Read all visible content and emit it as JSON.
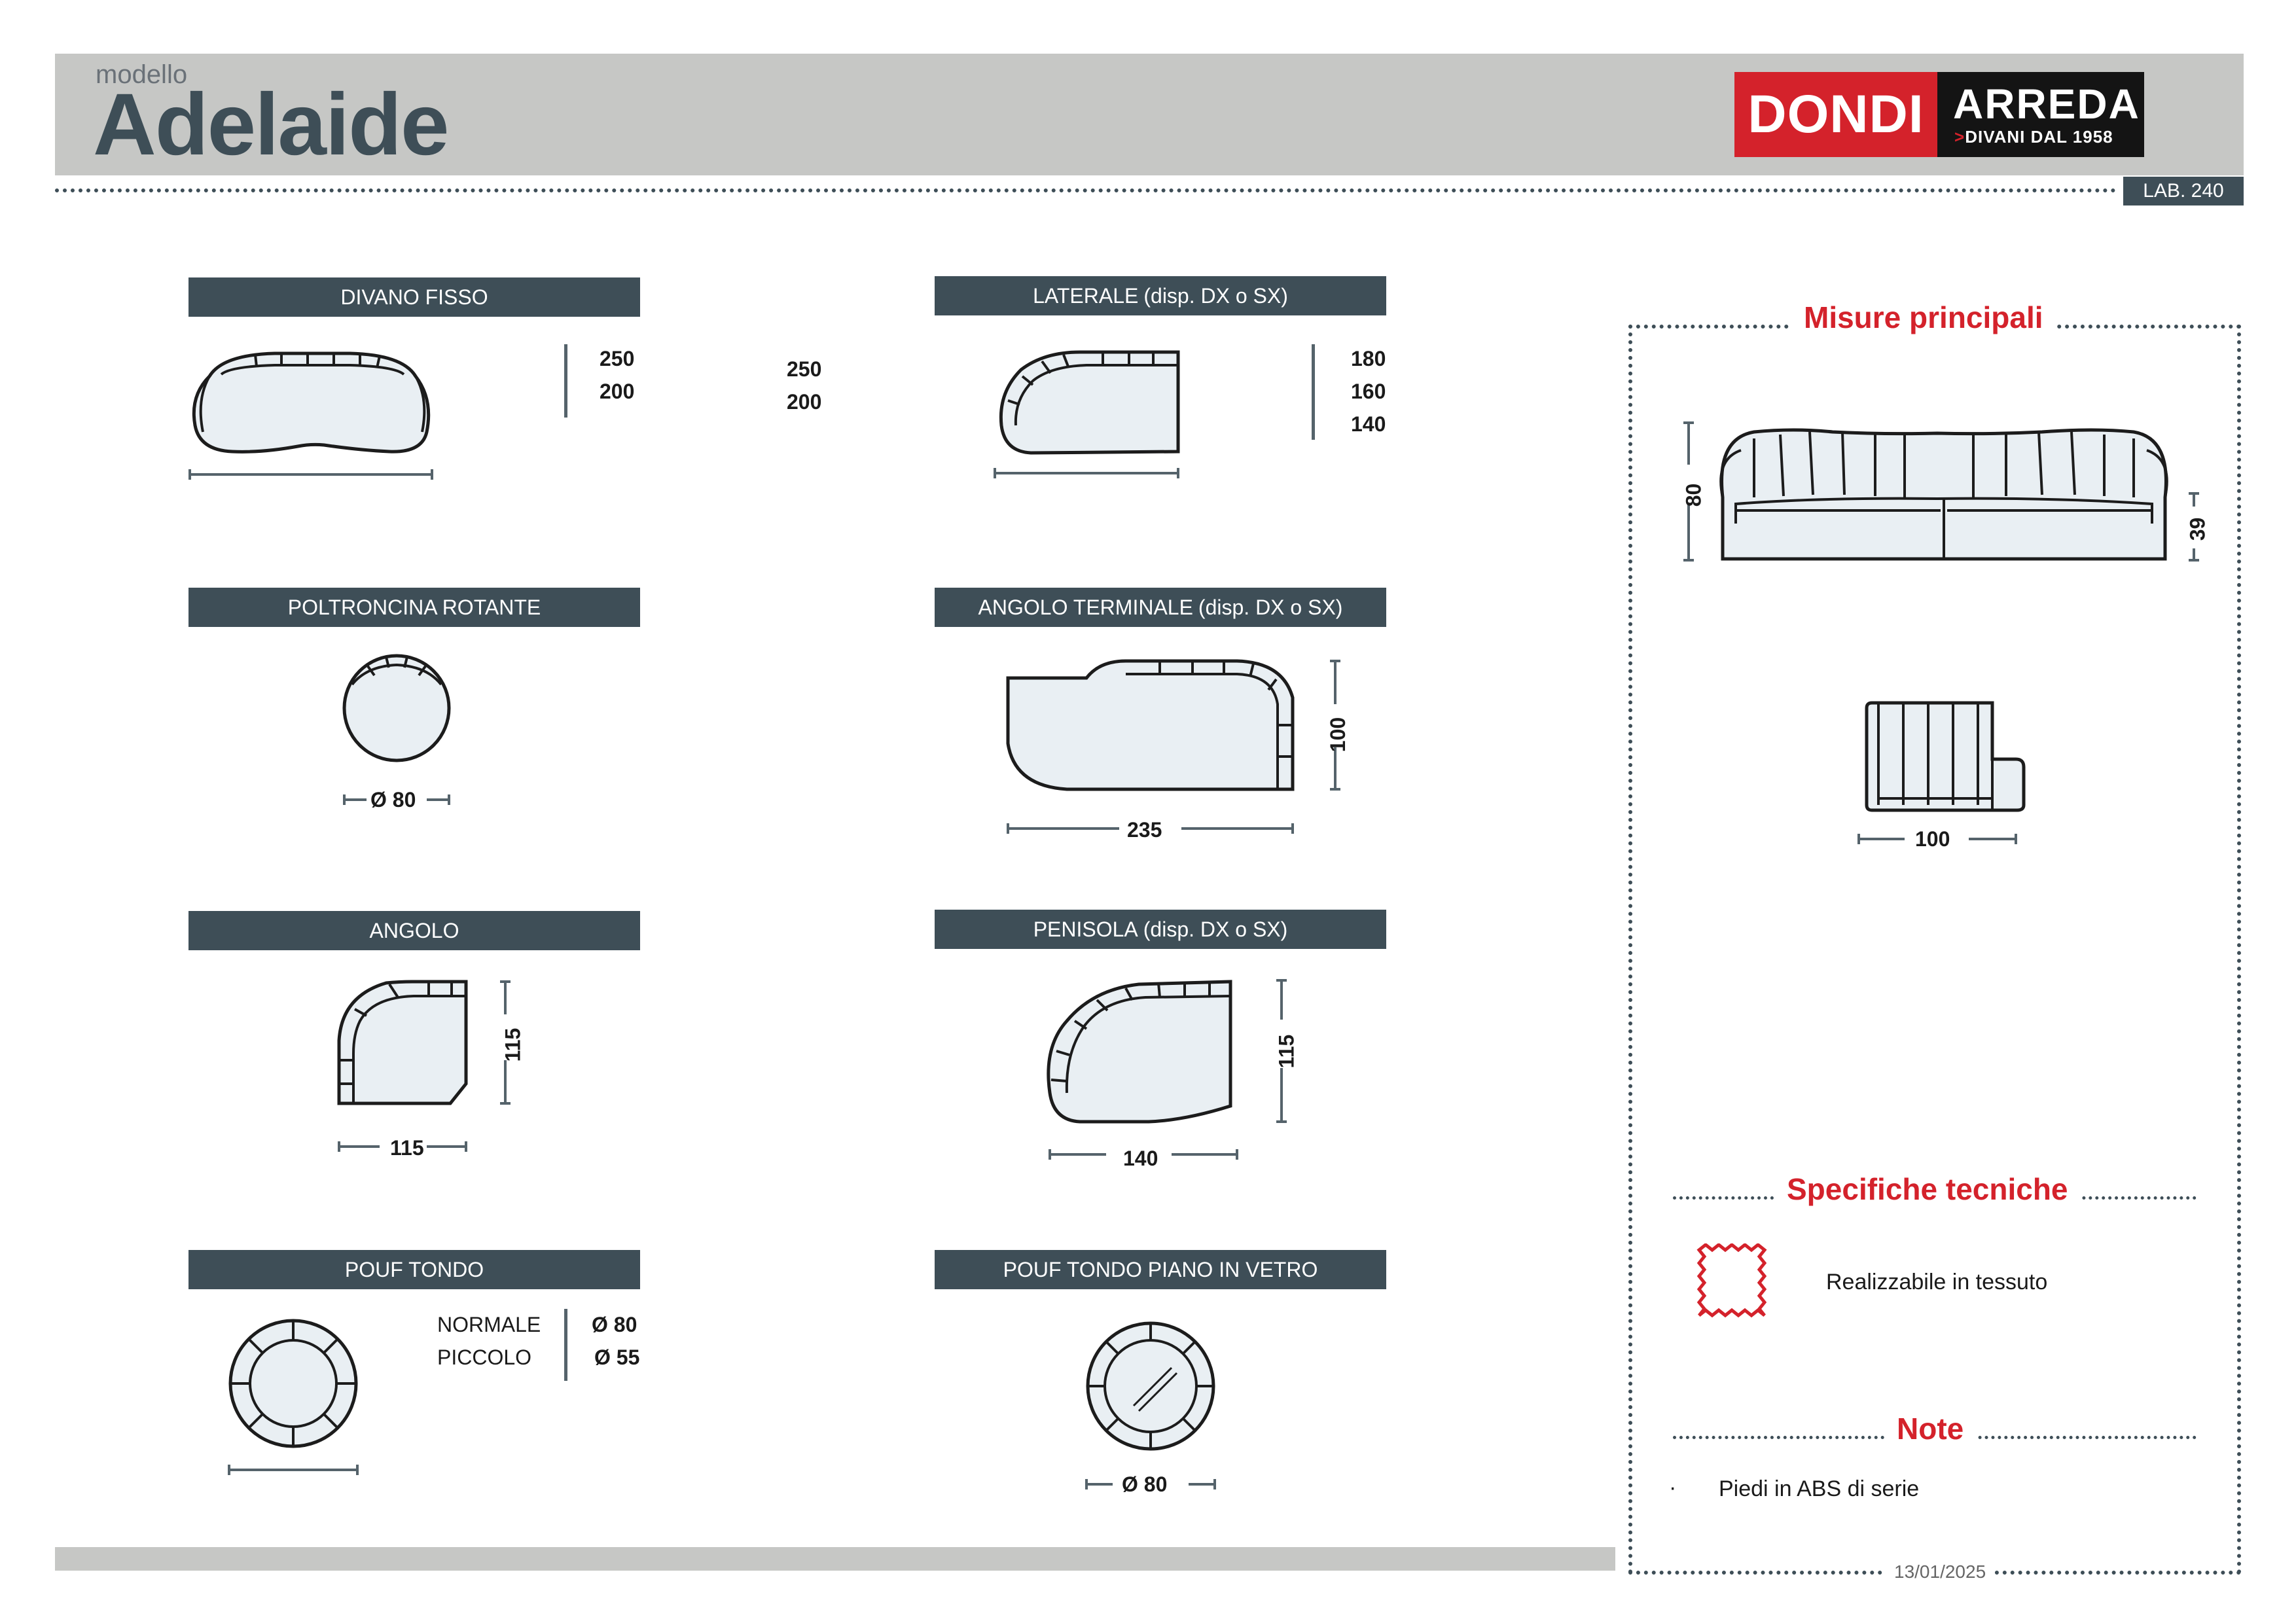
{
  "header": {
    "model_label": "modello",
    "model_name": "Adelaide",
    "brand_red": "DONDI",
    "brand_black": "ARREDA",
    "brand_tagline": "DIVANI DAL 1958",
    "lab": "LAB. 240"
  },
  "sections": {
    "divano_fisso": {
      "title": "DIVANO FISSO",
      "dims_a": [
        "250",
        "200"
      ],
      "dims_b": [
        "250",
        "200"
      ]
    },
    "laterale": {
      "title": "LATERALE",
      "note": "(disp. DX o SX)",
      "dims": [
        "180",
        "160",
        "140"
      ]
    },
    "poltroncina": {
      "title": "POLTRONCINA ROTANTE",
      "diam": "Ø 80"
    },
    "angolo_terminale": {
      "title": "ANGOLO TERMINALE",
      "note": "(disp. DX o SX)",
      "width": "235",
      "depth": "100"
    },
    "angolo": {
      "title": "ANGOLO",
      "width": "115",
      "depth": "115"
    },
    "penisola": {
      "title": "PENISOLA",
      "note": "(disp. DX o SX)",
      "width": "140",
      "depth": "115"
    },
    "pouf_tondo": {
      "title": "POUF TONDO",
      "rows": [
        {
          "label": "NORMALE",
          "value": "Ø 80"
        },
        {
          "label": "PICCOLO",
          "value": "Ø 55"
        }
      ]
    },
    "pouf_vetro": {
      "title": "POUF TONDO PIANO IN VETRO",
      "diam": "Ø 80"
    }
  },
  "sidebar": {
    "main_title": "Misure principali",
    "height": "80",
    "seat_height": "39",
    "depth": "100",
    "specs_title": "Specifiche tecniche",
    "spec_fabric": "Realizzabile in tessuto",
    "notes_title": "Note",
    "bullet": "·",
    "note_1": "Piedi in ABS di serie",
    "date": "13/01/2025"
  },
  "colors": {
    "accent_red": "#d4222b",
    "dark_slate": "#3e4e57",
    "band_grey": "#c6c7c5"
  }
}
